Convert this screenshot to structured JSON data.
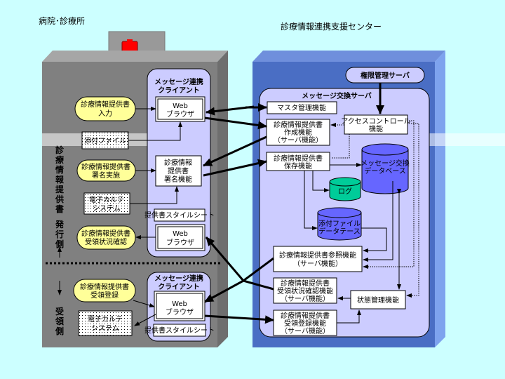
{
  "labels": {
    "hospital": "病院･診療所",
    "center": "診療情報連携支援センター",
    "issuer_side": [
      "診",
      "療",
      "情",
      "報",
      "提",
      "供",
      "書",
      "発",
      "行",
      "側"
    ],
    "receiver_side": [
      "受",
      "領",
      "側"
    ]
  },
  "left": {
    "client_title": [
      "メッセージ連携",
      "クライアント"
    ],
    "input_ellipse": [
      "診療情報提供書",
      "入力"
    ],
    "web_browser": [
      "Web",
      "ブラウザ"
    ],
    "attachment": "添付ファイル",
    "sign_ellipse": [
      "診療情報提供書",
      "署名実施"
    ],
    "sign_function": [
      "診療情報",
      "提供書",
      "署名機能"
    ],
    "ehr": [
      "電子カルテ",
      "システム"
    ],
    "stylesheet": "提供書スタイルシート",
    "status_ellipse": [
      "診療情報提供書",
      "受領状況確認"
    ],
    "receive_ellipse": [
      "診療情報提供書",
      "受領登録"
    ]
  },
  "right": {
    "auth_server": "権限管理サーバ",
    "server_title": "メッセージ交換サーバ",
    "master": "マスタ管理機能",
    "create": [
      "診療情報提供書",
      "作成機能",
      "（サーバ機能）"
    ],
    "access_control": [
      "アクセスコントロール",
      "機能"
    ],
    "save": [
      "診療情報提供書",
      "保存機能"
    ],
    "msg_db": [
      "メッセージ交換",
      "データベース"
    ],
    "log": "ログ",
    "attach_db": [
      "添付ファイル",
      "データテース"
    ],
    "reference": [
      "診療情報提供書参照機能",
      "（サーバ機能）"
    ],
    "status_check": [
      "診療情報提供書",
      "受領状況確認機能",
      "（サーバ機能）"
    ],
    "state_mgmt": "状態管理機能",
    "receive_reg": [
      "診療情報提供書",
      "受領登録機能",
      "（サーバ機能）"
    ]
  },
  "colors": {
    "background": "#ccffff",
    "hospital_building": "#808080",
    "center_building": "#4a6ec4",
    "panel": "#ccccff",
    "ellipse": "#ffff99",
    "db": "#6666ff",
    "log": "#00cc99",
    "cross": "#ff0000"
  }
}
